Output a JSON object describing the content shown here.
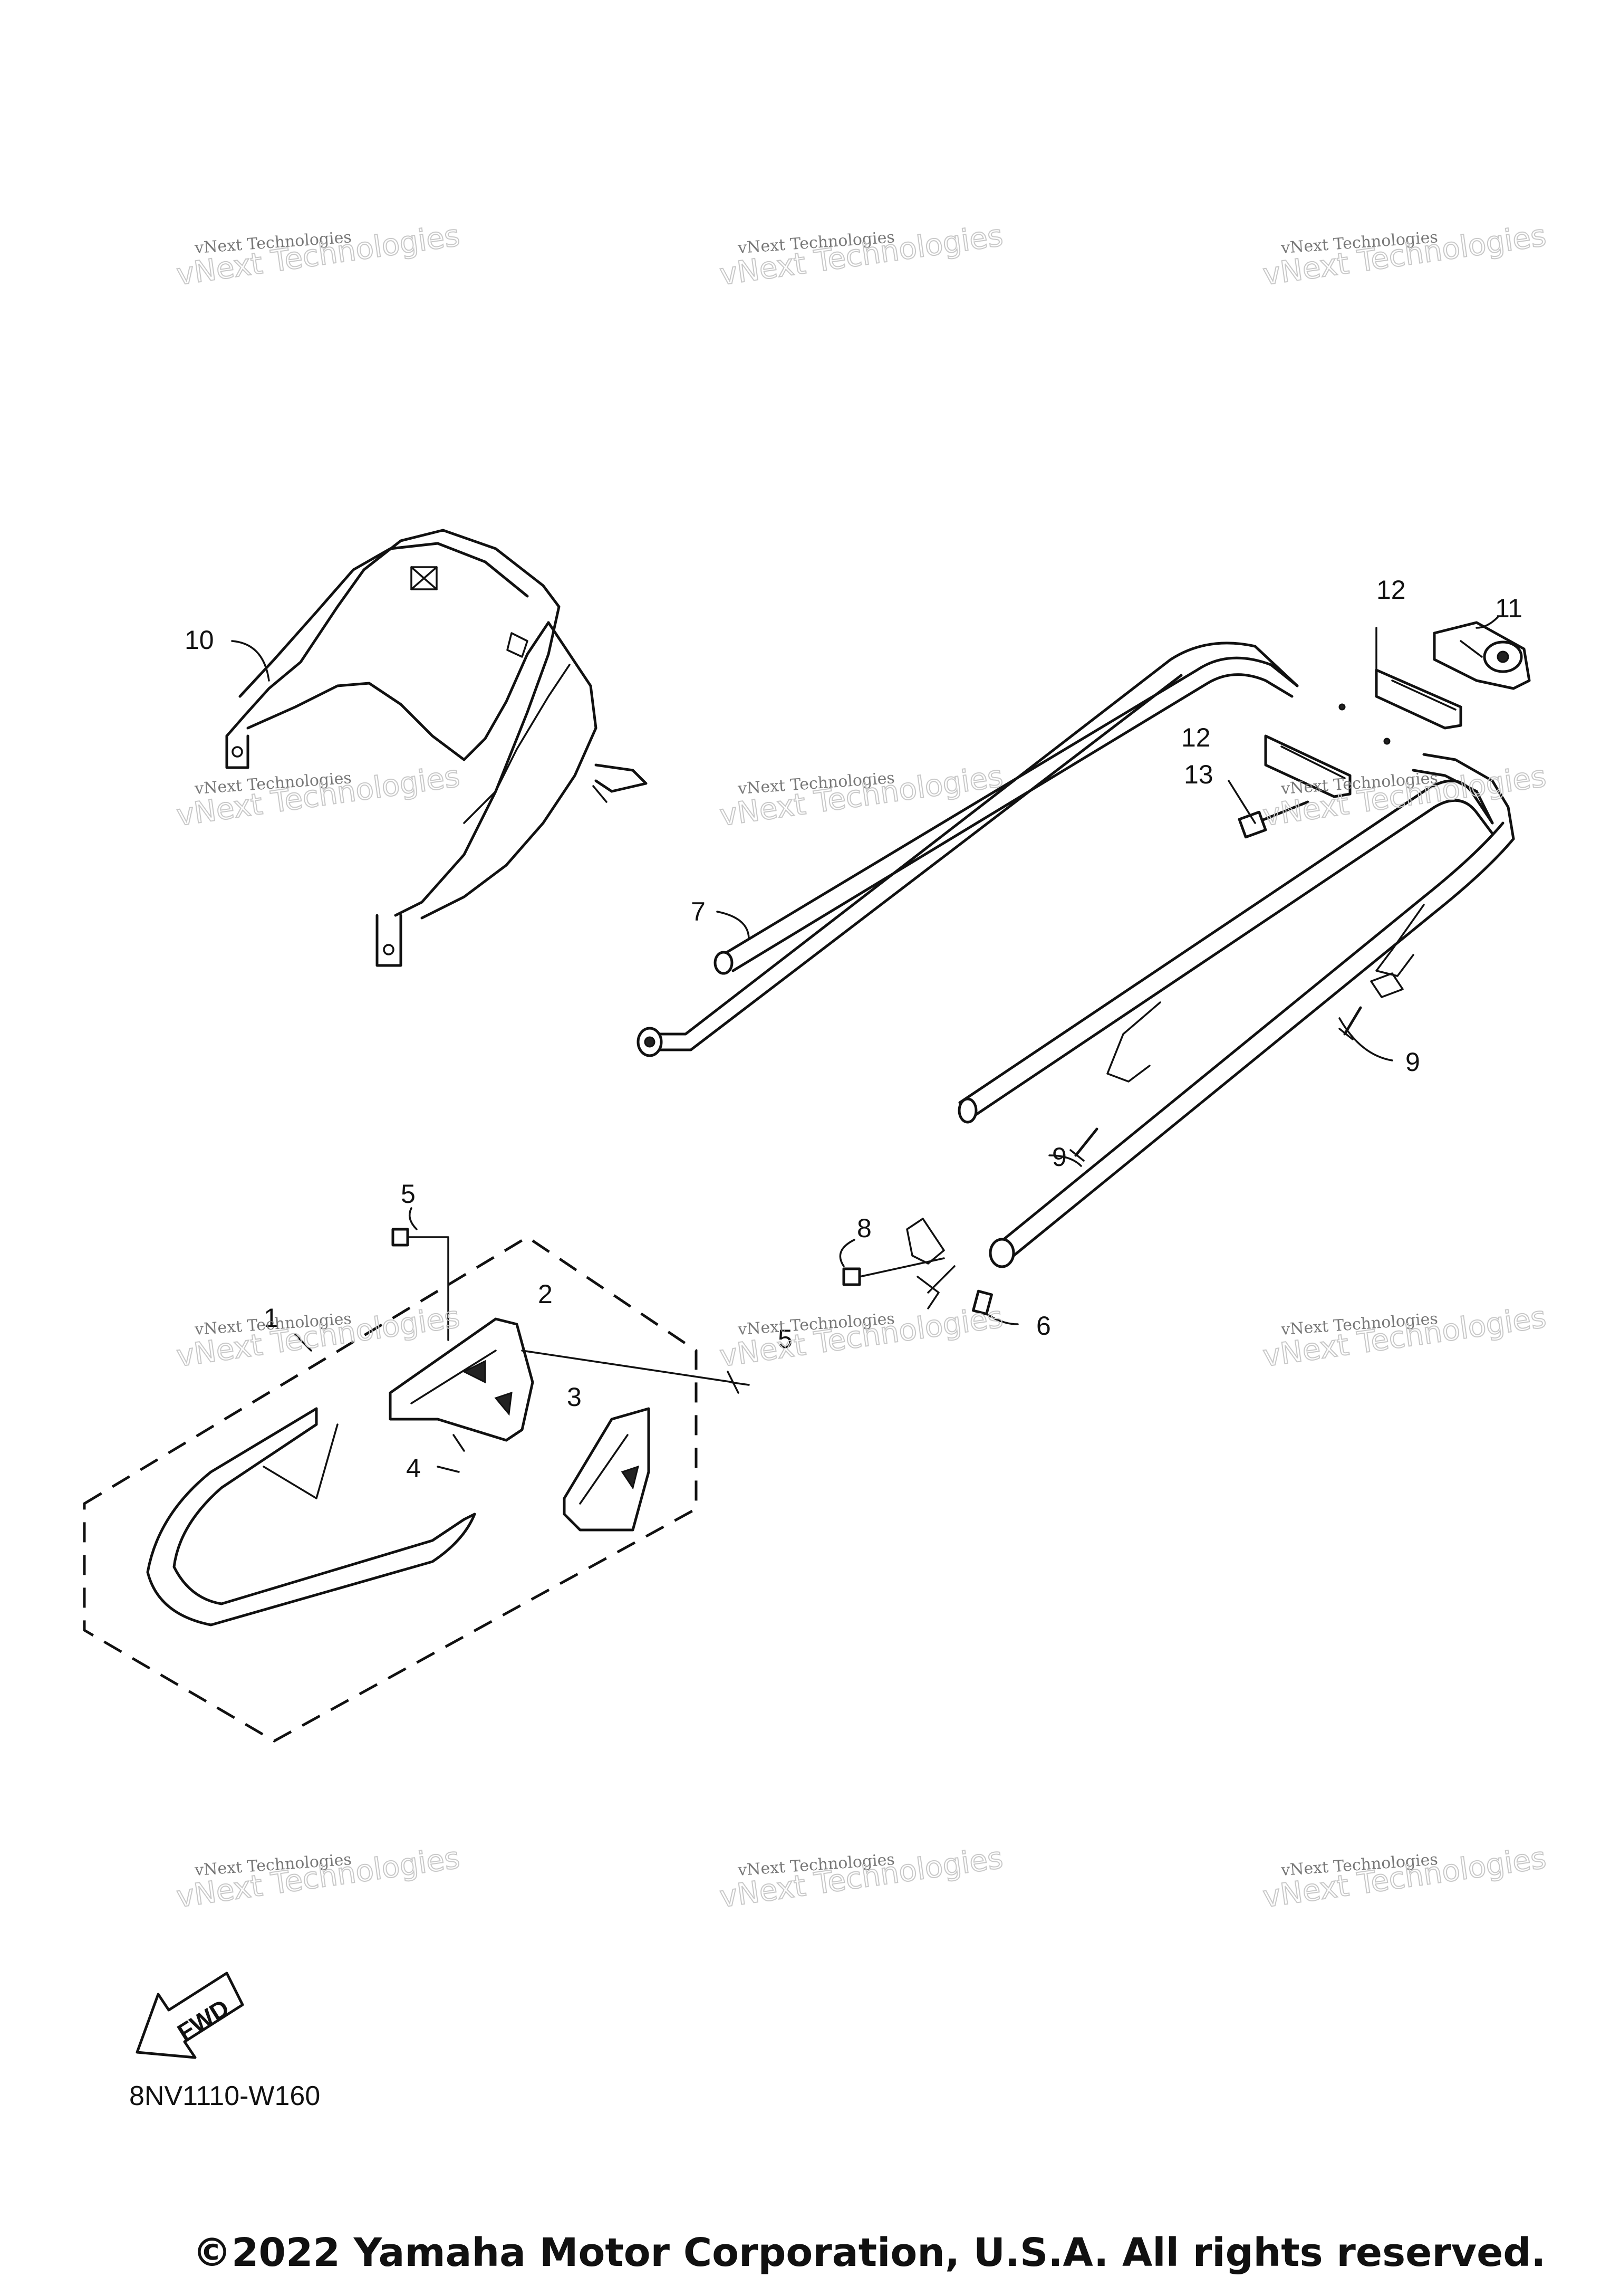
{
  "callouts": [
    "1",
    "2",
    "3",
    "4",
    "5",
    "5",
    "6",
    "7",
    "8",
    "9",
    "9",
    "10",
    "11",
    "12",
    "12",
    "13"
  ],
  "watermark": {
    "line1": "vNext Technologies",
    "line2": "vNext Technologies"
  },
  "fwd_label": "FWD",
  "diagram_code": "8NV1110-W160",
  "copyright": "©2022 Yamaha Motor Corporation, U.S.A. All rights reserved."
}
